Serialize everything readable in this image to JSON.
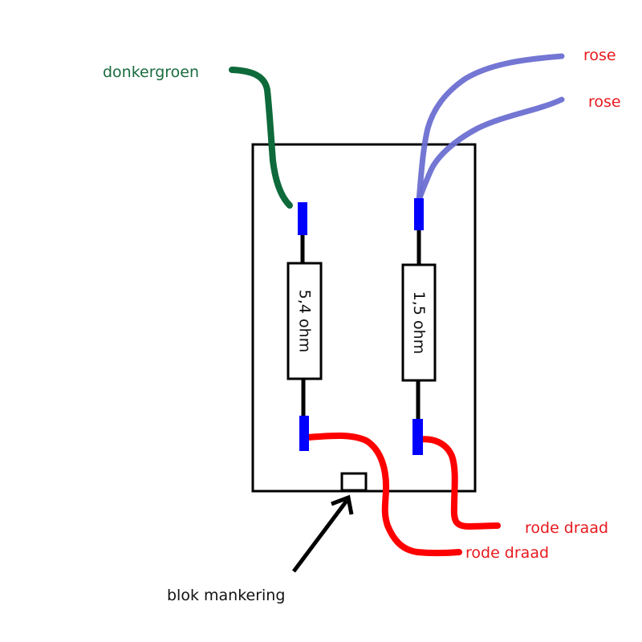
{
  "colors": {
    "green_wire": "#0e6a3a",
    "purple_wire": "#6b6fd1",
    "red_wire": "#ff0000",
    "terminal": "#0000ff",
    "outline": "#000000",
    "green_text": "#1a6b3e",
    "red_text": "#e8191e",
    "black_text": "#111111"
  },
  "labels": {
    "green_wire": "donkergroen",
    "purple_wire_1": "rose",
    "purple_wire_2": "rose",
    "red_wire_right": "rode draad",
    "red_wire_left": "rode draad",
    "block": "blok mankering"
  },
  "resistors": [
    {
      "id": "left",
      "label": "5,4 ohm"
    },
    {
      "id": "right",
      "label": "1,5 ohm"
    }
  ]
}
